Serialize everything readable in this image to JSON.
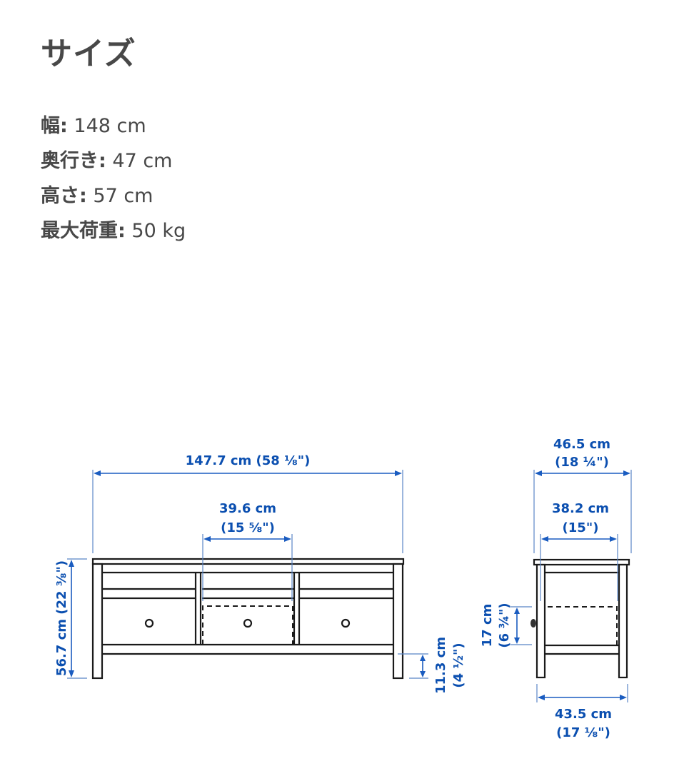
{
  "section": {
    "title": "サイズ"
  },
  "specs": [
    {
      "label": "幅:",
      "value": " 148 cm"
    },
    {
      "label": "奥行き:",
      "value": " 47 cm"
    },
    {
      "label": "高さ:",
      "value": " 57 cm"
    },
    {
      "label": "最大荷重:",
      "value": " 50 kg"
    }
  ],
  "diagram": {
    "front_view": {
      "total_width": {
        "cm": "147.7 cm (58 ⅛\")"
      },
      "drawer_width": {
        "cm": "39.6 cm",
        "in": "(15 ⅝\")"
      },
      "total_height": {
        "label": "56.7 cm (22 ⅜\")"
      },
      "leg_clearance": {
        "cm": "11.3 cm",
        "in": "(4 ½\")"
      }
    },
    "side_view": {
      "total_depth": {
        "cm": "46.5 cm",
        "in": "(18 ¼\")"
      },
      "inner_depth": {
        "cm": "38.2 cm",
        "in": "(15\")"
      },
      "drawer_height": {
        "cm": "17 cm",
        "in": "(6 ¾\")"
      },
      "leg_depth": {
        "cm": "43.5 cm",
        "in": "(17 ⅛\")"
      }
    },
    "colors": {
      "dimension_blue": "#0b4fb0",
      "line_black": "#1a1a1a",
      "heading_gray": "#484848"
    }
  }
}
